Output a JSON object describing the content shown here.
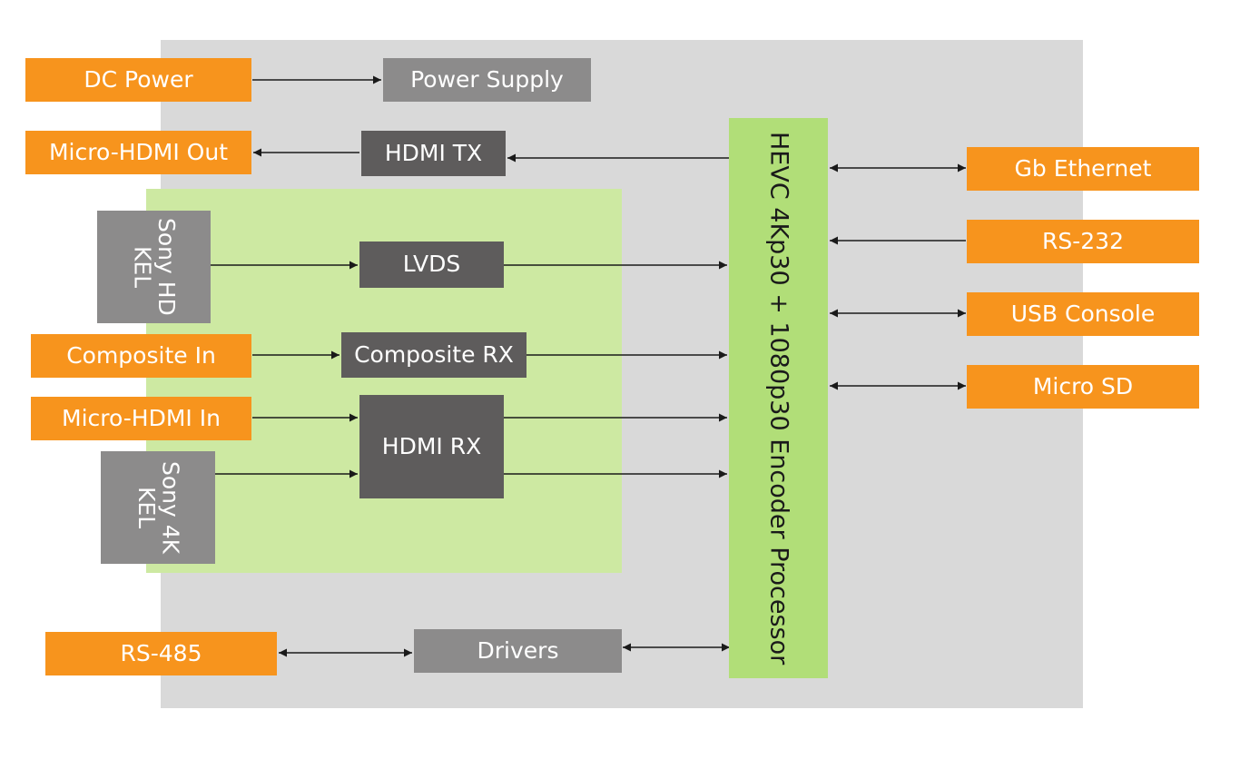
{
  "blocks": {
    "dc_power": "DC Power",
    "power_supply": "Power Supply",
    "micro_hdmi_out": "Micro-HDMI Out",
    "hdmi_tx": "HDMI TX",
    "sony_hd_kel": "Sony HD\nKEL",
    "lvds": "LVDS",
    "composite_in": "Composite In",
    "composite_rx": "Composite RX",
    "micro_hdmi_in": "Micro-HDMI In",
    "hdmi_rx": "HDMI RX",
    "sony_4k_kel": "Sony 4K\nKEL",
    "rs485": "RS-485",
    "drivers": "Drivers",
    "processor": "HEVC 4Kp30 + 1080p30 Encoder Processor",
    "gb_ethernet": "Gb Ethernet",
    "rs232": "RS-232",
    "usb_console": "USB Console",
    "micro_sd": "Micro SD"
  },
  "colors": {
    "io_port": "#f7941d",
    "support_block": "#8c8b8b",
    "interface_block": "#5e5c5c",
    "processor": "#b1de78",
    "input_zone": "#cde9a2",
    "board": "#d9d9d9",
    "wire": "#1a1a1a"
  }
}
